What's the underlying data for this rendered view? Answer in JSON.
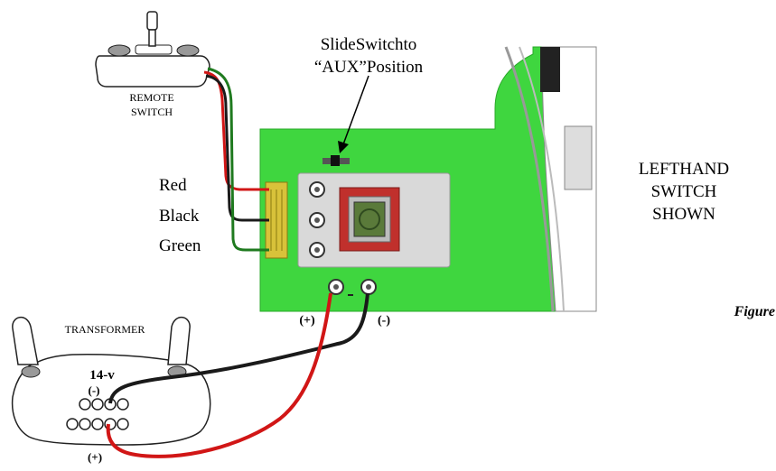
{
  "remote_switch": {
    "label_line1": "REMOTE",
    "label_line2": "SWITCH"
  },
  "transformer": {
    "label": "TRANSFORMER",
    "voltage": "14-v",
    "minus_label": "(-)",
    "plus_label": "(+)"
  },
  "slide_switch": {
    "line1": "SlideSwitchto",
    "line2": "“AUX”Position"
  },
  "wires": {
    "red": "Red",
    "black": "Black",
    "green": "Green"
  },
  "board_terminals": {
    "plus": "(+)",
    "minus": "(-)"
  },
  "side_note": {
    "line1": "LEFTHAND",
    "line2": "SWITCH",
    "line3": "SHOWN"
  },
  "figure_label": "Figure",
  "colors": {
    "board": "#3fd63f",
    "board_dark": "#2aa82a",
    "plate": "#d9d9d9",
    "red_wire": "#d11616",
    "black_wire": "#1a1a1a",
    "green_wire": "#1f7a1f",
    "connector": "#d8c23a",
    "motor_frame": "#c0302c",
    "motor_core": "#5a7a3a"
  }
}
